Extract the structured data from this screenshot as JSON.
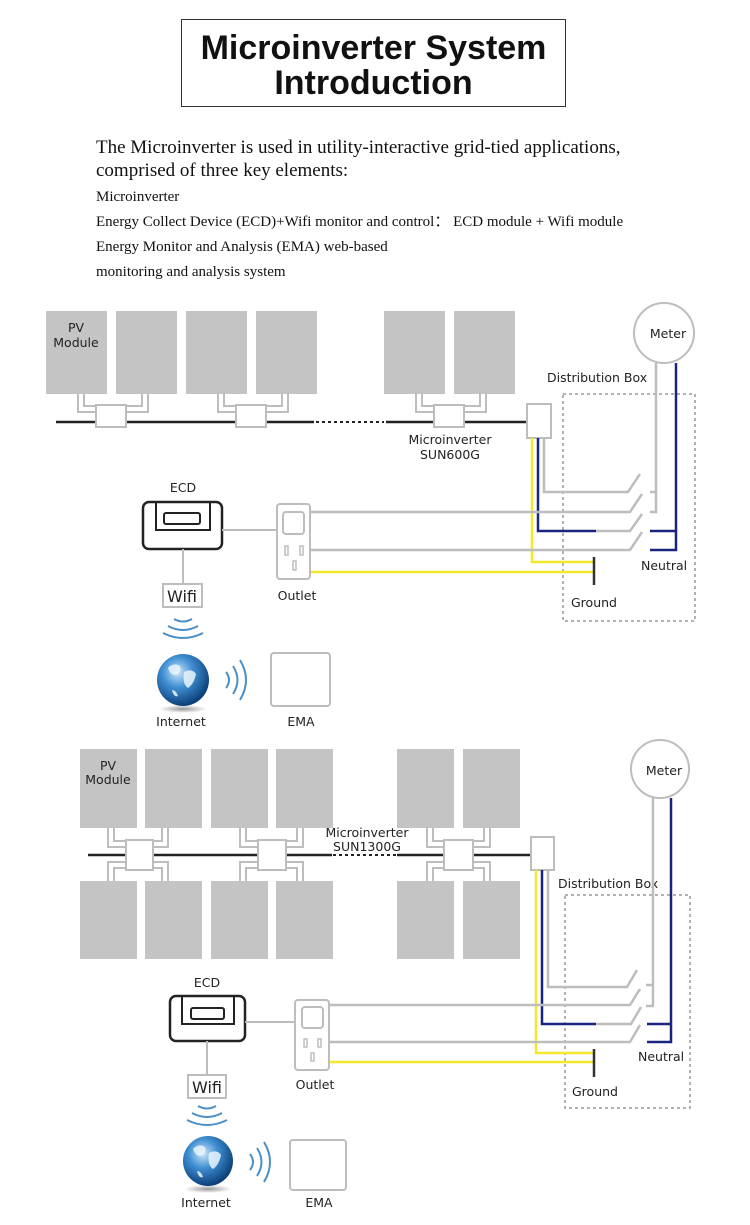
{
  "header": {
    "title_line1": "Microinverter System",
    "title_line2": "Introduction"
  },
  "intro": {
    "lead_line1": "The Microinverter is used in utility-interactive grid-tied applications,",
    "lead_line2": "comprised of three key elements:",
    "items": [
      "Microinverter",
      "Energy Collect Device (ECD)+Wifi monitor and control： ECD  module + Wifi  module",
      "Energy Monitor and Analysis (EMA) web-based",
      "monitoring and analysis system"
    ]
  },
  "colors": {
    "panel": "#c4c4c4",
    "wire_gray": "#bdbdbd",
    "wire_blue": "#1a237e",
    "wire_yellow": "#f5e82a",
    "bus_black": "#222222",
    "signal_blue": "#4a90c8"
  },
  "diagram1": {
    "pv_label_line1": "PV",
    "pv_label_line2": "Module",
    "microinverter_label": "Microinverter",
    "model": "SUN600G",
    "meter": "Meter",
    "distribution_box": "Distribution Box",
    "ecd": "ECD",
    "wifi": "Wifi",
    "outlet": "Outlet",
    "neutral": "Neutral",
    "ground": "Ground",
    "internet": "Internet",
    "ema": "EMA"
  },
  "diagram2": {
    "pv_label_line1": "PV",
    "pv_label_line2": "Module",
    "microinverter_label": "Microinverter",
    "model": "SUN1300G",
    "meter": "Meter",
    "distribution_box": "Distribution Box",
    "ecd": "ECD",
    "wifi": "Wifi",
    "outlet": "Outlet",
    "neutral": "Neutral",
    "ground": "Ground",
    "internet": "Internet",
    "ema": "EMA"
  }
}
